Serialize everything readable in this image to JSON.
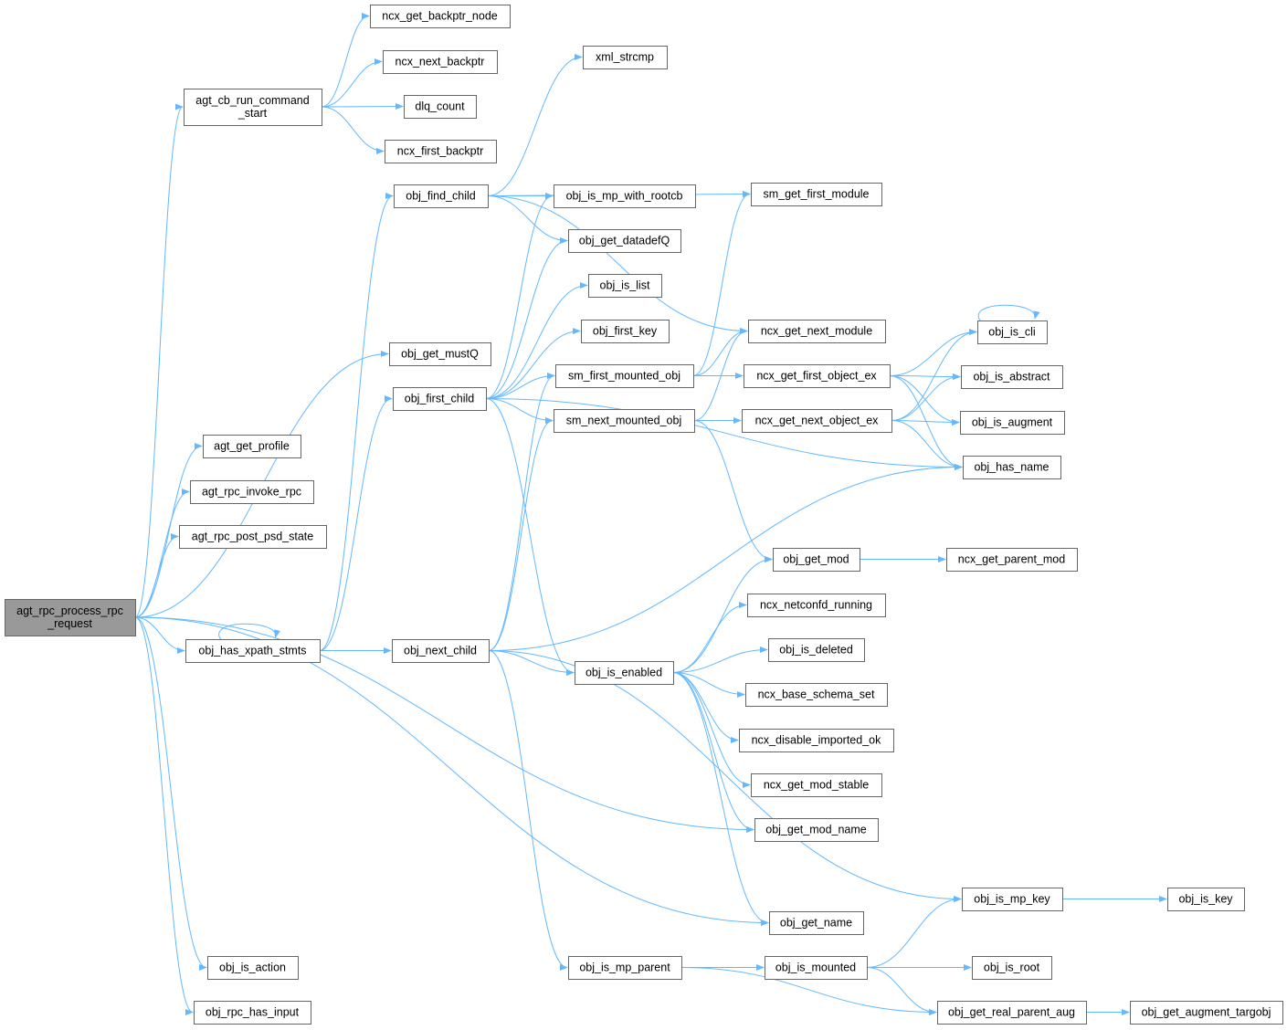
{
  "graph": {
    "title": "Call graph of agt_rpc_process_rpc_request",
    "edge_color": "#63b8ff",
    "root_fill": "#999999",
    "nodes": {
      "root": "agt_rpc_process_rpc\n_request",
      "agt_cb": "agt_cb_run_command\n_start",
      "ncx_get_backptr_node": "ncx_get_backptr_node",
      "ncx_next_backptr": "ncx_next_backptr",
      "dlq_count": "dlq_count",
      "ncx_first_backptr": "ncx_first_backptr",
      "xml_strcmp": "xml_strcmp",
      "obj_find_child": "obj_find_child",
      "obj_is_mp_with_rootcb": "obj_is_mp_with_rootcb",
      "sm_get_first_module": "sm_get_first_module",
      "obj_get_datadefQ": "obj_get_datadefQ",
      "obj_is_list": "obj_is_list",
      "obj_first_key": "obj_first_key",
      "ncx_get_next_module": "ncx_get_next_module",
      "obj_is_cli": "obj_is_cli",
      "obj_get_mustQ": "obj_get_mustQ",
      "sm_first_mounted_obj": "sm_first_mounted_obj",
      "ncx_get_first_object_ex": "ncx_get_first_object_ex",
      "obj_is_abstract": "obj_is_abstract",
      "obj_first_child": "obj_first_child",
      "sm_next_mounted_obj": "sm_next_mounted_obj",
      "ncx_get_next_object_ex": "ncx_get_next_object_ex",
      "obj_is_augment": "obj_is_augment",
      "agt_get_profile": "agt_get_profile",
      "obj_has_name": "obj_has_name",
      "agt_rpc_invoke_rpc": "agt_rpc_invoke_rpc",
      "agt_rpc_post_psd_state": "agt_rpc_post_psd_state",
      "obj_get_mod": "obj_get_mod",
      "ncx_get_parent_mod": "ncx_get_parent_mod",
      "ncx_netconfd_running": "ncx_netconfd_running",
      "obj_has_xpath_stmts": "obj_has_xpath_stmts",
      "obj_next_child": "obj_next_child",
      "obj_is_deleted": "obj_is_deleted",
      "obj_is_enabled": "obj_is_enabled",
      "ncx_base_schema_set": "ncx_base_schema_set",
      "ncx_disable_imported_ok": "ncx_disable_imported_ok",
      "ncx_get_mod_stable": "ncx_get_mod_stable",
      "obj_get_mod_name": "obj_get_mod_name",
      "obj_is_mp_key": "obj_is_mp_key",
      "obj_is_key": "obj_is_key",
      "obj_get_name": "obj_get_name",
      "obj_is_action": "obj_is_action",
      "obj_is_mp_parent": "obj_is_mp_parent",
      "obj_is_mounted": "obj_is_mounted",
      "obj_is_root": "obj_is_root",
      "obj_rpc_has_input": "obj_rpc_has_input",
      "obj_get_real_parent_aug": "obj_get_real_parent_aug",
      "obj_get_augment_targobj": "obj_get_augment_targobj"
    },
    "edges": [
      [
        "root",
        "agt_cb"
      ],
      [
        "root",
        "agt_get_profile"
      ],
      [
        "root",
        "agt_rpc_invoke_rpc"
      ],
      [
        "root",
        "agt_rpc_post_psd_state"
      ],
      [
        "root",
        "obj_get_mustQ"
      ],
      [
        "root",
        "obj_has_xpath_stmts"
      ],
      [
        "root",
        "obj_get_mod_name"
      ],
      [
        "root",
        "obj_get_name"
      ],
      [
        "root",
        "obj_is_action"
      ],
      [
        "root",
        "obj_rpc_has_input"
      ],
      [
        "agt_cb",
        "ncx_get_backptr_node"
      ],
      [
        "agt_cb",
        "ncx_next_backptr"
      ],
      [
        "agt_cb",
        "dlq_count"
      ],
      [
        "agt_cb",
        "ncx_first_backptr"
      ],
      [
        "obj_find_child",
        "xml_strcmp"
      ],
      [
        "obj_find_child",
        "sm_get_first_module"
      ],
      [
        "obj_find_child",
        "ncx_get_next_module"
      ],
      [
        "obj_find_child",
        "obj_is_mp_with_rootcb"
      ],
      [
        "obj_find_child",
        "obj_get_datadefQ"
      ],
      [
        "obj_has_xpath_stmts",
        "obj_has_xpath_stmts"
      ],
      [
        "obj_has_xpath_stmts",
        "obj_find_child"
      ],
      [
        "obj_has_xpath_stmts",
        "obj_first_child"
      ],
      [
        "obj_has_xpath_stmts",
        "obj_next_child"
      ],
      [
        "obj_first_child",
        "obj_is_mp_with_rootcb"
      ],
      [
        "obj_first_child",
        "obj_get_datadefQ"
      ],
      [
        "obj_first_child",
        "obj_is_list"
      ],
      [
        "obj_first_child",
        "obj_first_key"
      ],
      [
        "obj_first_child",
        "sm_first_mounted_obj"
      ],
      [
        "obj_first_child",
        "sm_next_mounted_obj"
      ],
      [
        "obj_first_child",
        "obj_has_name"
      ],
      [
        "obj_first_child",
        "obj_is_enabled"
      ],
      [
        "obj_next_child",
        "sm_first_mounted_obj"
      ],
      [
        "obj_next_child",
        "sm_next_mounted_obj"
      ],
      [
        "obj_next_child",
        "obj_has_name"
      ],
      [
        "obj_next_child",
        "obj_is_enabled"
      ],
      [
        "obj_next_child",
        "obj_is_mp_key"
      ],
      [
        "obj_next_child",
        "obj_is_mp_parent"
      ],
      [
        "sm_first_mounted_obj",
        "sm_get_first_module"
      ],
      [
        "sm_first_mounted_obj",
        "ncx_get_next_module"
      ],
      [
        "sm_first_mounted_obj",
        "ncx_get_first_object_ex"
      ],
      [
        "sm_next_mounted_obj",
        "ncx_get_next_module"
      ],
      [
        "sm_next_mounted_obj",
        "ncx_get_next_object_ex"
      ],
      [
        "sm_next_mounted_obj",
        "obj_get_mod"
      ],
      [
        "ncx_get_first_object_ex",
        "obj_is_cli"
      ],
      [
        "ncx_get_first_object_ex",
        "obj_is_abstract"
      ],
      [
        "ncx_get_first_object_ex",
        "obj_is_augment"
      ],
      [
        "ncx_get_first_object_ex",
        "obj_has_name"
      ],
      [
        "ncx_get_next_object_ex",
        "obj_is_cli"
      ],
      [
        "ncx_get_next_object_ex",
        "obj_is_abstract"
      ],
      [
        "ncx_get_next_object_ex",
        "obj_is_augment"
      ],
      [
        "ncx_get_next_object_ex",
        "obj_has_name"
      ],
      [
        "obj_is_cli",
        "obj_is_cli"
      ],
      [
        "obj_get_mod",
        "ncx_get_parent_mod"
      ],
      [
        "obj_is_enabled",
        "obj_get_mod"
      ],
      [
        "obj_is_enabled",
        "ncx_netconfd_running"
      ],
      [
        "obj_is_enabled",
        "obj_is_deleted"
      ],
      [
        "obj_is_enabled",
        "ncx_base_schema_set"
      ],
      [
        "obj_is_enabled",
        "ncx_disable_imported_ok"
      ],
      [
        "obj_is_enabled",
        "ncx_get_mod_stable"
      ],
      [
        "obj_is_enabled",
        "obj_get_mod_name"
      ],
      [
        "obj_is_enabled",
        "obj_get_name"
      ],
      [
        "obj_is_mp_key",
        "obj_is_key"
      ],
      [
        "obj_is_mp_parent",
        "obj_is_mounted"
      ],
      [
        "obj_is_mp_parent",
        "obj_get_real_parent_aug"
      ],
      [
        "obj_is_mounted",
        "obj_is_mp_key"
      ],
      [
        "obj_is_mounted",
        "obj_is_root"
      ],
      [
        "obj_is_mounted",
        "obj_get_real_parent_aug"
      ],
      [
        "obj_get_real_parent_aug",
        "obj_get_augment_targobj"
      ]
    ]
  }
}
